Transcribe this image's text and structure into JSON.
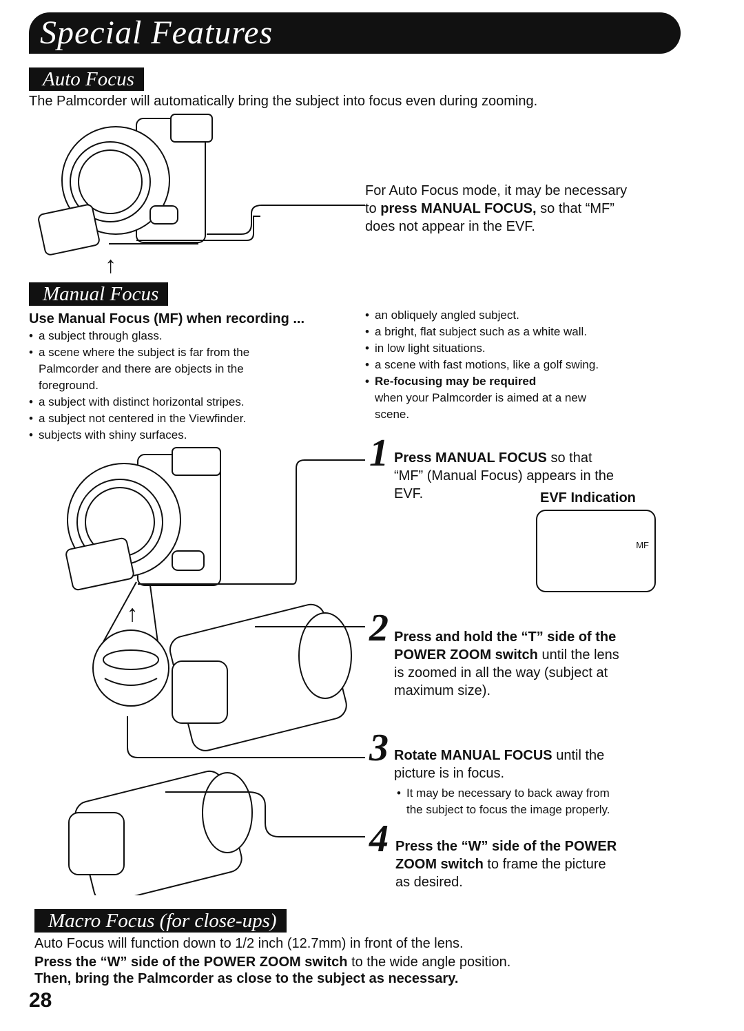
{
  "title": "Special Features",
  "auto_focus": {
    "heading": "Auto Focus",
    "intro": "The Palmcorder will automatically bring the subject into focus even during zooming.",
    "callout_1": "For Auto Focus mode, it may be necessary",
    "callout_2_pre": "to ",
    "callout_2_bold": "press MANUAL FOCUS,",
    "callout_2_post": " so that “MF”",
    "callout_3": "does not appear in the EVF."
  },
  "manual_focus": {
    "heading": "Manual Focus",
    "use_label": "Use Manual Focus (MF) when recording ...",
    "left_bullets": [
      "a subject through glass.",
      "a scene where the subject is far from the",
      "a subject with distinct horizontal stripes.",
      "a subject not centered in the Viewfinder.",
      "subjects with shiny surfaces."
    ],
    "left_cont_1": "Palmcorder and there are objects in the",
    "left_cont_2": "foreground.",
    "right_bullets": [
      "an obliquely angled subject.",
      "a bright, flat subject such as a white wall.",
      "in low light situations.",
      "a scene with fast motions, like a golf swing."
    ],
    "refocus_bold": "Re-focusing may be required",
    "refocus_1": "when your Palmcorder is aimed at a new",
    "refocus_2": "scene."
  },
  "steps": {
    "s1_num": "1",
    "s1_bold": "Press MANUAL FOCUS",
    "s1_rest": " so that",
    "s1_line2": "“MF” (Manual Focus) appears in the",
    "s1_line3": "EVF.",
    "evf_label": "EVF Indication",
    "evf_mf": "MF",
    "s2_num": "2",
    "s2_bold": "Press and hold the “T” side of the",
    "s2_bold2": "POWER ZOOM switch",
    "s2_rest2": " until the lens",
    "s2_line3": "is zoomed in all the way (subject at",
    "s2_line4": "maximum size).",
    "s3_num": "3",
    "s3_bold": "Rotate MANUAL FOCUS",
    "s3_rest": " until the",
    "s3_line2": "picture is in focus.",
    "s3_note1": "It may be necessary to back away from",
    "s3_note2": "the subject to focus the image properly.",
    "s4_num": "4",
    "s4_bold": "Press the “W” side of the POWER",
    "s4_bold2": "ZOOM switch",
    "s4_rest2": " to frame the picture",
    "s4_line3": "as desired."
  },
  "macro": {
    "heading": "Macro Focus (for close-ups)",
    "line1": "Auto Focus will function down to 1/2 inch (12.7mm) in front of the lens.",
    "line2_bold": "Press the “W” side of the POWER ZOOM switch",
    "line2_rest": " to the wide angle position.",
    "line3_bold": "Then, bring the Palmcorder as close to the subject as necessary."
  },
  "page_number": "28"
}
